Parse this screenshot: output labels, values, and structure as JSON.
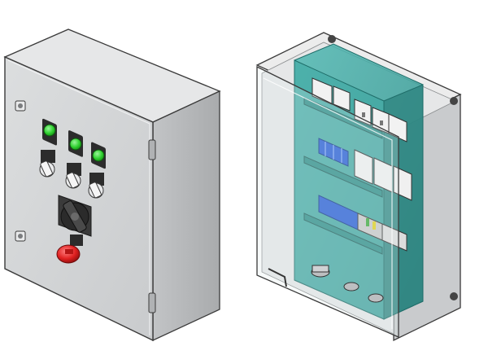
{
  "figure": {
    "panels": [
      {
        "id": "closed-enclosure",
        "indicator_lights": 3,
        "selector_switches": 3,
        "main_switch": "rotary-disconnect",
        "emergency_stop": "red-mushroom-button"
      },
      {
        "id": "open-enclosure",
        "mounting_plate": "teal",
        "din_rails": 3,
        "cable_glands": true
      }
    ],
    "colors": {
      "enclosure_front": "#d3d5d6",
      "enclosure_side": "#b9bbbd",
      "enclosure_top": "#e4e5e6",
      "indicator_green": "#2fd12f",
      "estop_red": "#e02020",
      "mounting_plate": "#3aa5a0",
      "terminal_blue": "#2a5fd6",
      "outline": "#3a3a3a"
    }
  }
}
